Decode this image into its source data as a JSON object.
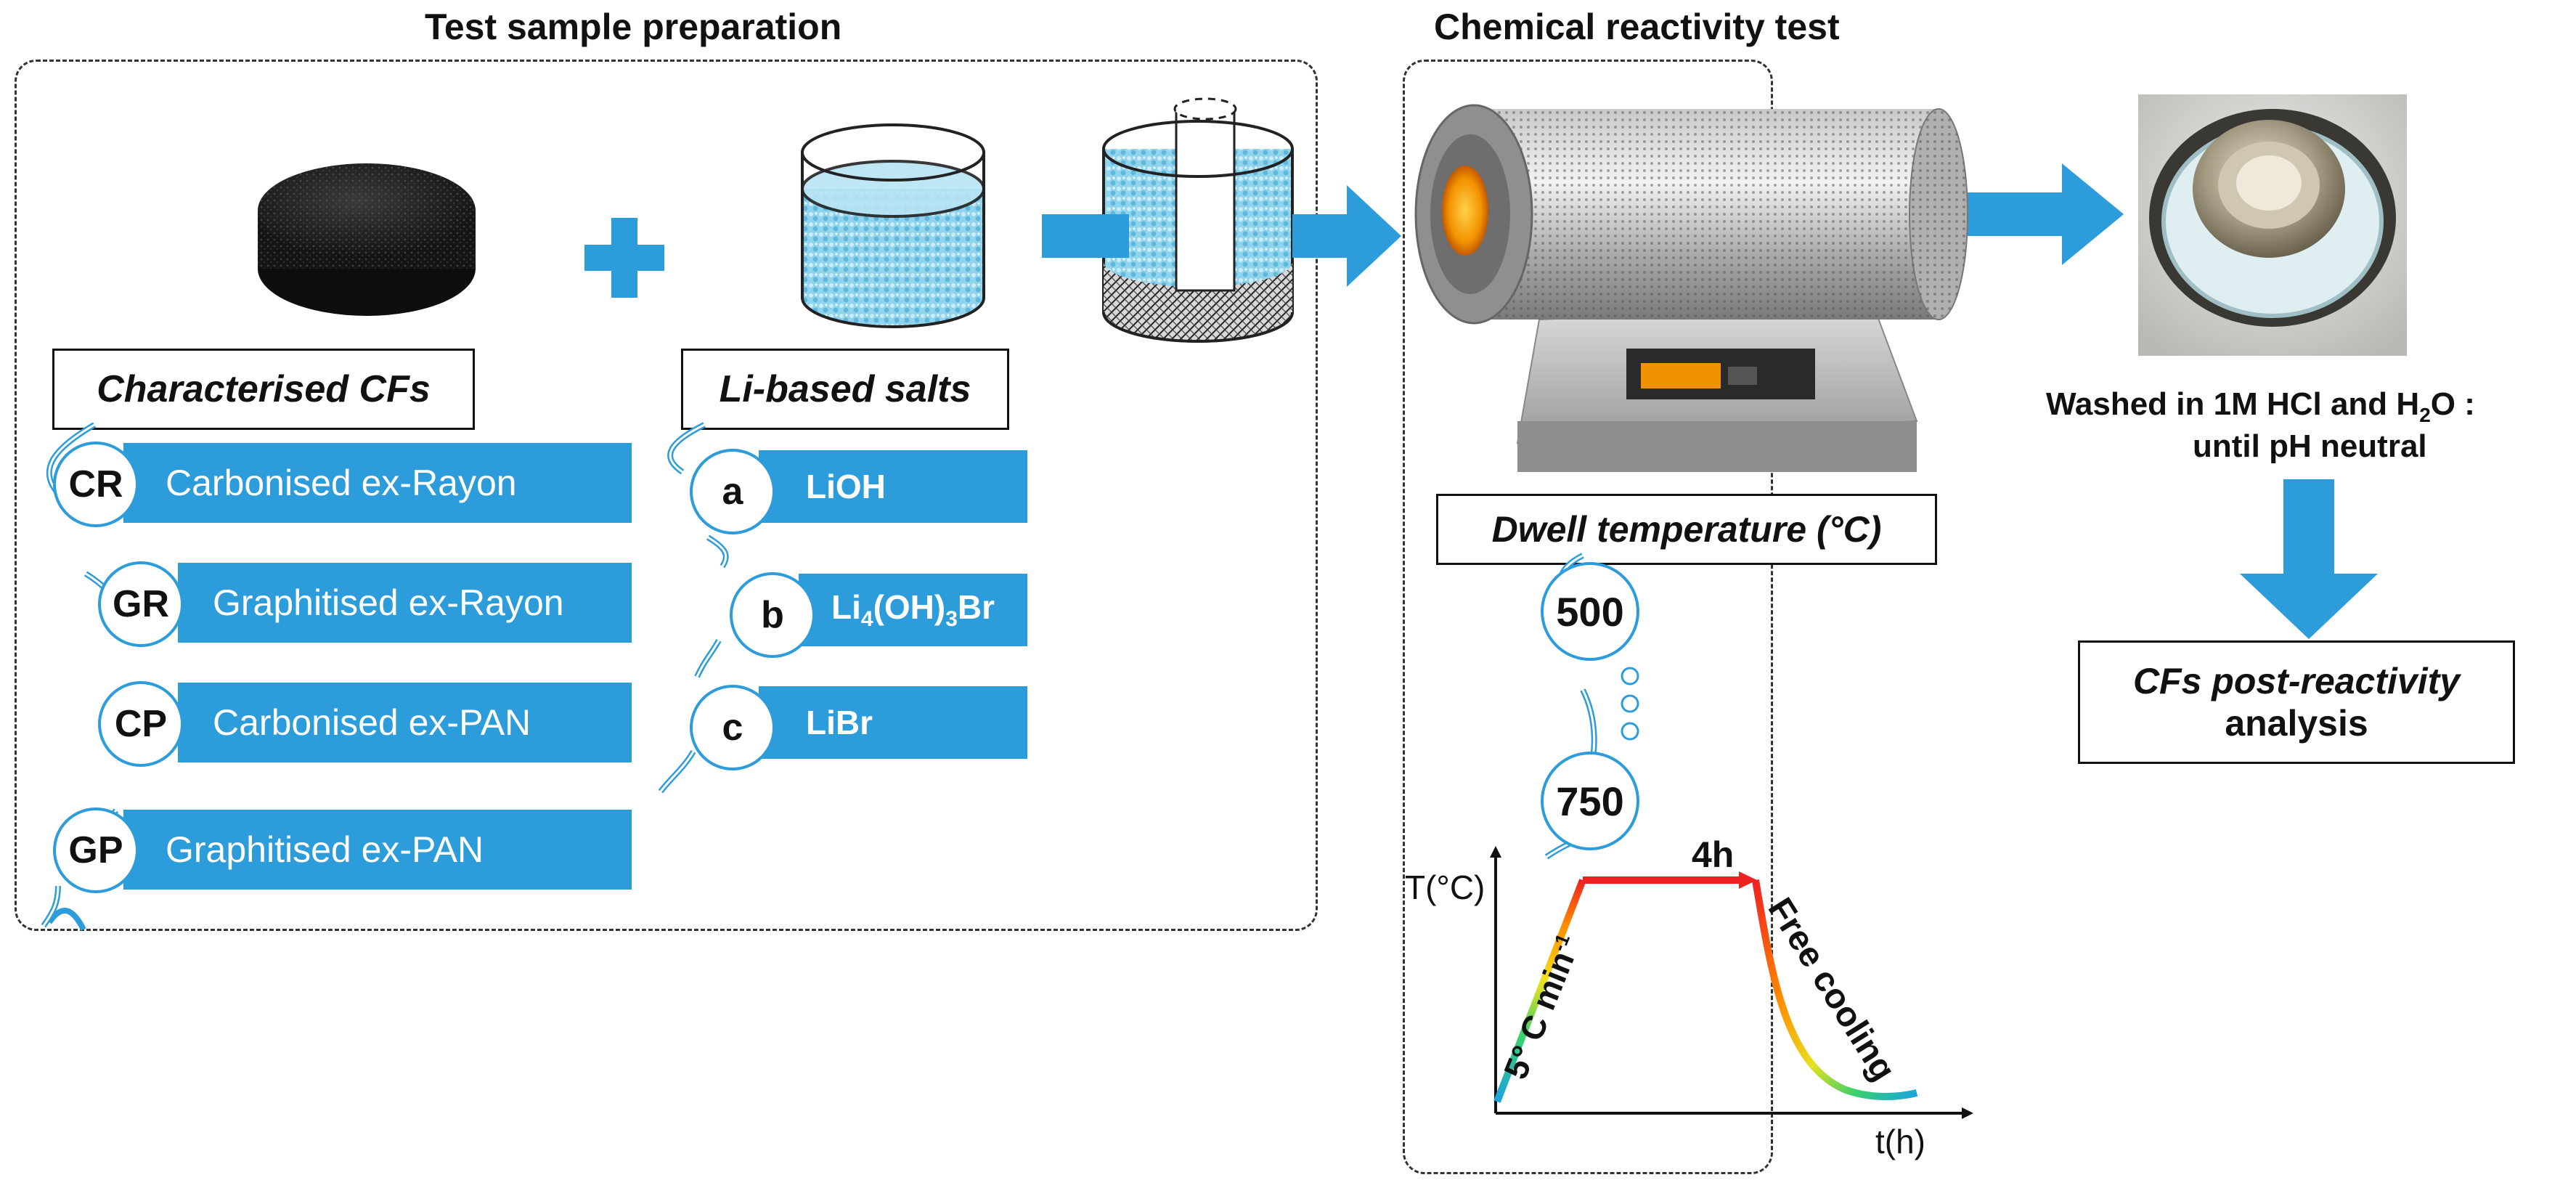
{
  "sections": {
    "prep_title": "Test sample preparation",
    "reactivity_title": "Chemical reactivity test"
  },
  "prep": {
    "cf_header": "Characterised CFs",
    "salts_header": "Li-based salts",
    "cfs": [
      {
        "code": "CR",
        "label": "Carbonised ex-Rayon"
      },
      {
        "code": "GR",
        "label": "Graphitised ex-Rayon"
      },
      {
        "code": "CP",
        "label": "Carbonised ex-PAN"
      },
      {
        "code": "GP",
        "label": "Graphitised ex-PAN"
      }
    ],
    "salts": [
      {
        "code": "a",
        "label": "LiOH"
      },
      {
        "code": "b",
        "label_parts": [
          "Li",
          "4",
          "(OH)",
          "3",
          "Br"
        ]
      },
      {
        "code": "c",
        "label": "LiBr"
      }
    ]
  },
  "reactivity": {
    "dwell_header": "Dwell temperature (°C)",
    "temp_low": "500",
    "temp_high": "750",
    "profile": {
      "y_axis": "T(°C)",
      "x_axis": "t(h)",
      "hold_label": "4h",
      "ramp_label": "5° C min",
      "ramp_label_sup": "-1",
      "cool_label": "Free cooling"
    }
  },
  "post": {
    "wash_line1_parts": [
      "Washed in 1M HCl and H",
      "2",
      "O :"
    ],
    "wash_line2": "until pH neutral",
    "analysis_line1": "CFs post-reactivity",
    "analysis_line2": "analysis"
  },
  "colors": {
    "accent": "#2d9cdb",
    "hold_line": "#ee2222"
  }
}
